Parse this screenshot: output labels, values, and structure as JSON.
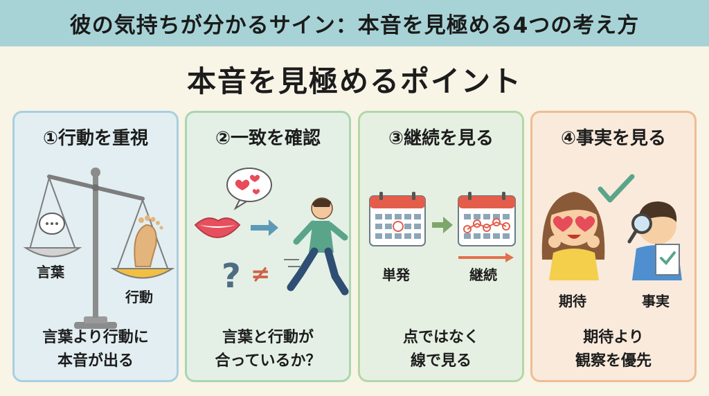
{
  "banner": {
    "title": "彼の気持ちが分かるサイン：本音を見極める4つの考え方"
  },
  "heading": "本音を見極めるポイント",
  "cards": [
    {
      "title": "①行動を重視",
      "labels": [
        "言葉",
        "行動"
      ],
      "desc": [
        "言葉より行動に",
        "本音が出る"
      ]
    },
    {
      "title": "②一致を確認",
      "labels": [],
      "desc": [
        "言葉と行動が",
        "合っているか？"
      ]
    },
    {
      "title": "③継続を見る",
      "labels": [
        "単発",
        "継続"
      ],
      "desc": [
        "点ではなく",
        "線で見る"
      ]
    },
    {
      "title": "④事実を見る",
      "labels": [
        "期待",
        "事実"
      ],
      "desc": [
        "期待より",
        "観察を優先"
      ]
    }
  ],
  "colors": {
    "banner": "#a7d3d6",
    "background": "#f8f4e6",
    "card1": "#a8cfe0",
    "card2": "#a9d6b1",
    "card3": "#b3d8a6",
    "card4": "#f0bc94"
  },
  "icons": [
    "balance-scale-icon",
    "speech-bubble-icon",
    "footprint-icon",
    "lips-icon",
    "heart-bubble-icon",
    "arrow-right-icon",
    "question-mark-icon",
    "not-equal-icon",
    "running-man-icon",
    "calendar-icon",
    "check-mark-icon",
    "heart-eyes-woman-icon",
    "magnifier-boy-icon"
  ]
}
